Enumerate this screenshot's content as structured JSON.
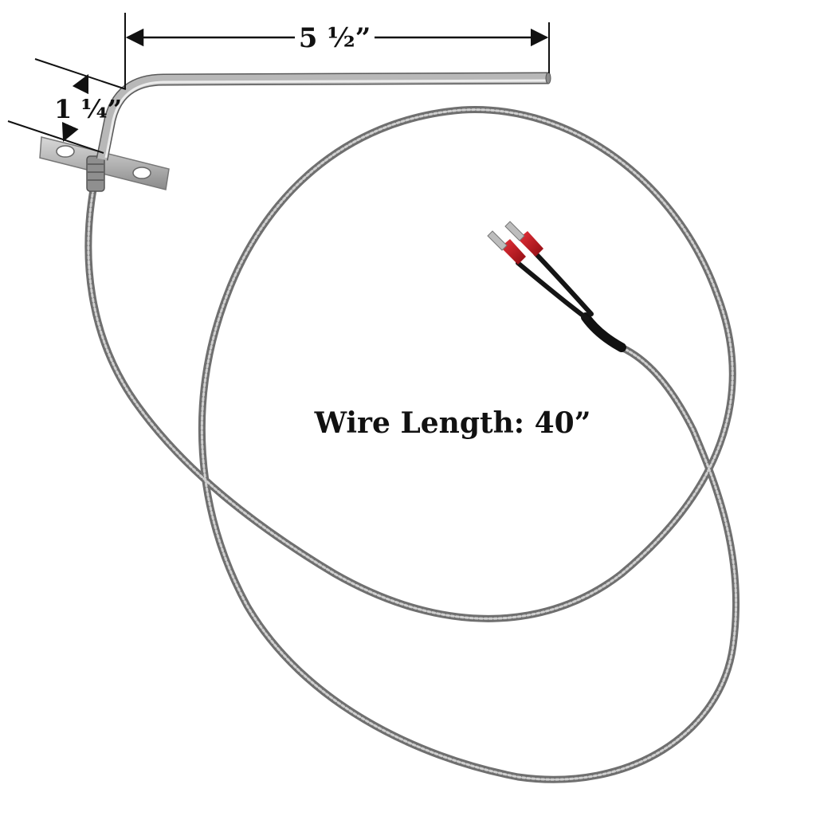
{
  "dimensions": {
    "probe_length": "5 ½”",
    "bend_height": "1 ¼”",
    "wire_length": "Wire Length: 40”"
  },
  "colors": {
    "background": "#ffffff",
    "text": "#111111",
    "dimension_line": "#111111",
    "steel_rod": "#9a9a9a",
    "steel_highlight": "#e2e2e2",
    "braided_cable": "#7d7d7d",
    "braid_texture": "#c9c9c9",
    "black_sleeve": "#111111",
    "ferrule_red": "#c8141e",
    "terminal_silver": "#b8b8b8"
  }
}
